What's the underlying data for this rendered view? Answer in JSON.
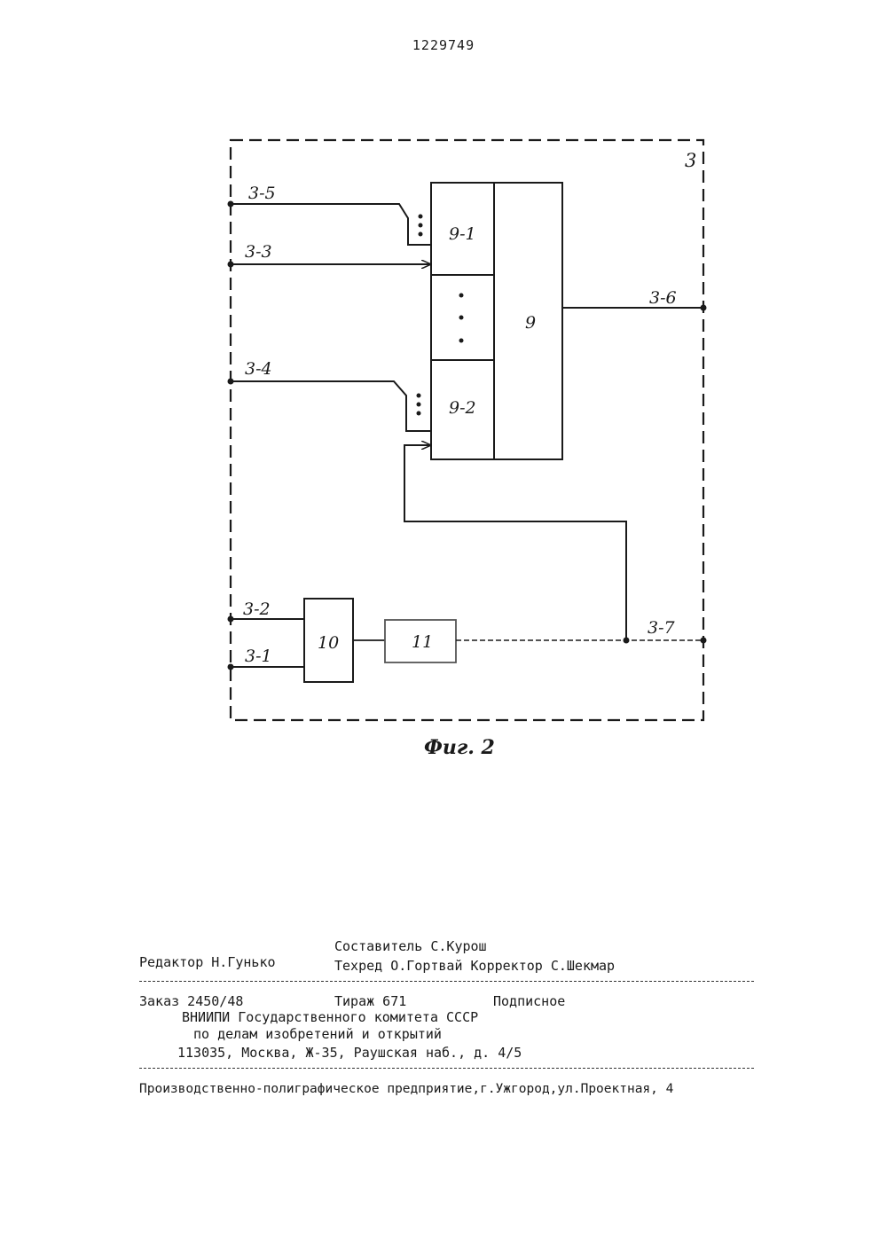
{
  "patent_number": "1229749",
  "diagram": {
    "block_label": "3",
    "ports": {
      "p35": "3-5",
      "p33": "3-3",
      "p34": "3-4",
      "p36": "3-6",
      "p37": "3-7",
      "p32": "3-2",
      "p31": "3-1"
    },
    "blocks": {
      "b9": "9",
      "b91": "9-1",
      "b92": "9-2",
      "b10": "10",
      "b11": "11"
    },
    "figure_caption": "Фиг. 2"
  },
  "imprint": {
    "compiler": "Составитель С.Курош",
    "editor": "Редактор Н.Гунько",
    "techred_corrector": "Техред О.Гортвай  Корректор С.Шекмар",
    "order": "Заказ 2450/48",
    "circulation": "Тираж 671",
    "subscription": "Подписное",
    "org_line1": "ВНИИПИ Государственного комитета СССР",
    "org_line2": "по делам изобретений и открытий",
    "org_line3": "113035, Москва, Ж-35, Раушская наб., д. 4/5",
    "printer": "Производственно-полиграфическое предприятие,г.Ужгород,ул.Проектная, 4"
  }
}
